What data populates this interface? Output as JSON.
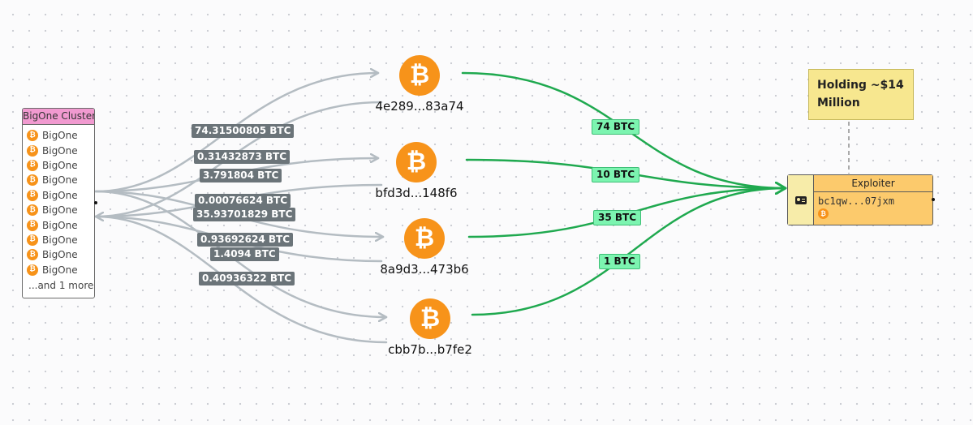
{
  "cluster": {
    "title": "BigOne Cluster",
    "items": [
      "BigOne",
      "BigOne",
      "BigOne",
      "BigOne",
      "BigOne",
      "BigOne",
      "BigOne",
      "BigOne",
      "BigOne",
      "BigOne"
    ],
    "more": "...and 1 more",
    "coin_glyph": "₿"
  },
  "addresses": [
    {
      "label": "4e289...83a74",
      "coin_glyph": "₿"
    },
    {
      "label": "bfd3d...148f6",
      "coin_glyph": "₿"
    },
    {
      "label": "8a9d3...473b6",
      "coin_glyph": "₿"
    },
    {
      "label": "cbb7b...b7fe2",
      "coin_glyph": "₿"
    }
  ],
  "inflows": [
    "74.31500805 BTC",
    "0.31432873 BTC",
    "3.791804 BTC",
    "0.00076624 BTC",
    "35.93701829 BTC",
    "0.93692624 BTC",
    "1.4094 BTC",
    "0.40936322 BTC"
  ],
  "outflows": [
    "74 BTC",
    "10 BTC",
    "35 BTC",
    "1 BTC"
  ],
  "note": {
    "text": "Holding ~$14 Million"
  },
  "exploiter": {
    "title": "Exploiter",
    "address": "bc1qw...07jxm",
    "icon": "id-card-icon",
    "coin_glyph": "₿"
  },
  "colors": {
    "gray_edge": "#b4bcc2",
    "green_edge": "#1fa94f",
    "bitcoin": "#f7931a",
    "cluster_header": "#f19ad0",
    "exploiter_fill": "#fcca6c",
    "note_fill": "#f7e78f"
  }
}
